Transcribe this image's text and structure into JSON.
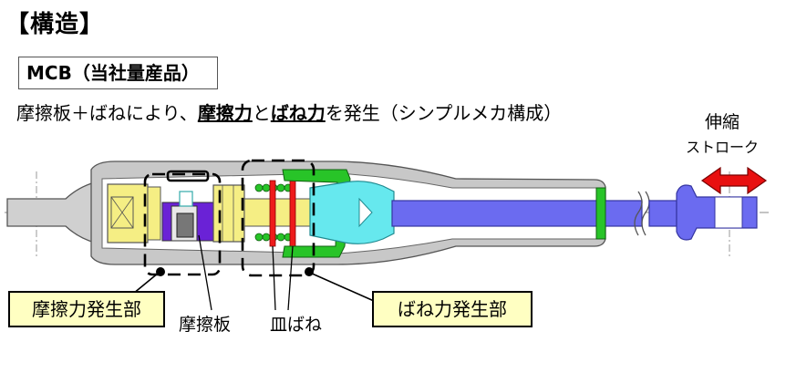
{
  "title": "【構造】",
  "product_label": "MCB（当社量産品）",
  "description": {
    "prefix": "摩擦板＋ばねにより、",
    "emph1": "摩擦力",
    "connector": "と",
    "emph2": "ばね力",
    "suffix": "を発生（シンプルメカ構成）"
  },
  "stroke_label": {
    "line1": "伸縮",
    "line2": "ストローク"
  },
  "callouts": {
    "friction_unit": "摩擦力発生部",
    "spring_unit": "ばね力発生部"
  },
  "part_labels": {
    "friction_plate": "摩擦板",
    "disc_spring": "皿ばね"
  },
  "colors": {
    "housing": "#c8c8c8",
    "friction_block": "#f5ee84",
    "friction_core": "#6a22d6",
    "rod": "#6b6bf0",
    "yoke": "#66e8ee",
    "spring": "#28c428",
    "disc_spring": "#ee1b1b",
    "arrow": "#e81010",
    "callout_fill": "#ffffc2"
  }
}
